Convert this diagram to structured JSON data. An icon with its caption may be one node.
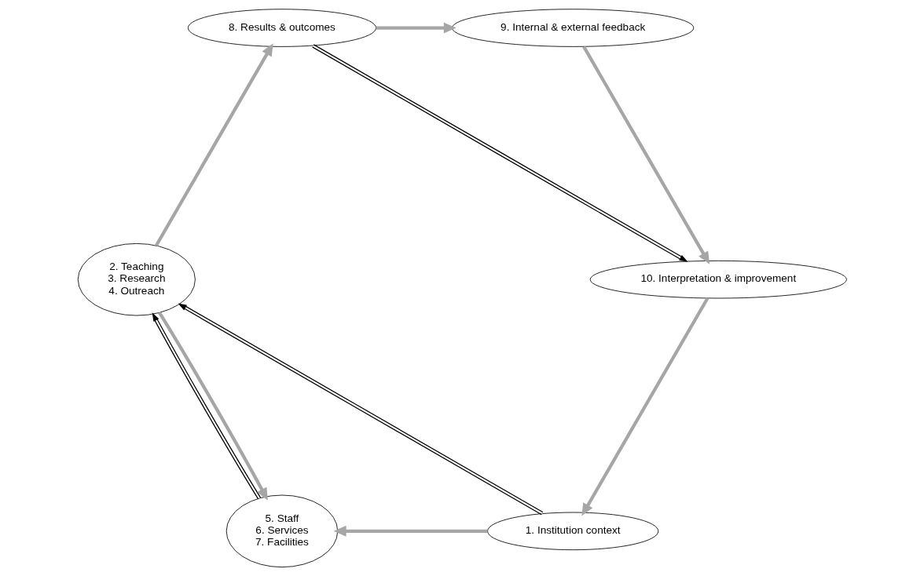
{
  "diagram": {
    "nodes": [
      {
        "text": [
          "1. Institution context"
        ]
      },
      {
        "text": [
          "5. Staff",
          "6. Services",
          "7. Facilities"
        ]
      },
      {
        "text": [
          "2. Teaching",
          "3. Research",
          "4. Outreach"
        ]
      },
      {
        "text": [
          "8. Results & outcomes"
        ]
      },
      {
        "text": [
          "9. Internal & external feedback"
        ]
      },
      {
        "text": [
          "10. Interpretation & improvement"
        ]
      }
    ],
    "edges": [
      {
        "from": 0,
        "to": 1,
        "arrow": "to"
      },
      {
        "from": 1,
        "to": 2,
        "arrow": "to",
        "color": "#000000"
      },
      {
        "from": 2,
        "to": 1,
        "arrow": "to"
      },
      {
        "from": 0,
        "to": 2,
        "arrow": "to",
        "color": "#000000"
      },
      {
        "from": 2,
        "to": 3,
        "arrow": "to"
      },
      {
        "from": 3,
        "to": 4,
        "arrow": "to"
      },
      {
        "from": 3,
        "to": 5,
        "arrow": "to",
        "color": "#000000"
      },
      {
        "from": 4,
        "to": 5,
        "arrow": "to"
      },
      {
        "from": 5,
        "to": 0,
        "arrow": "to"
      }
    ]
  }
}
